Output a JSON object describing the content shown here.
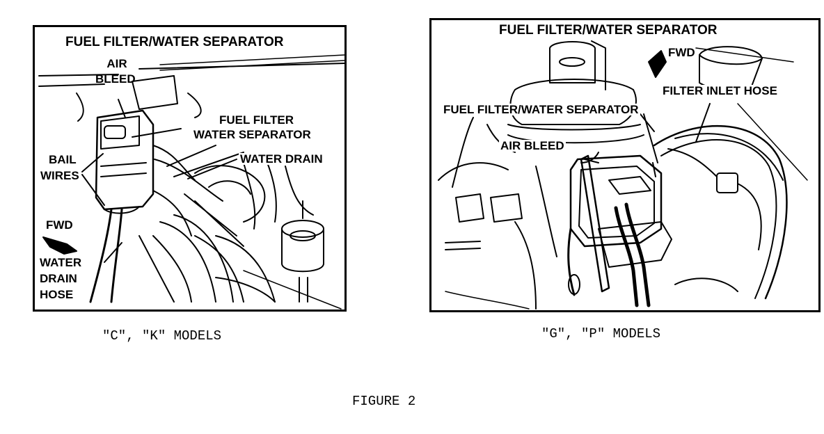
{
  "left_panel": {
    "title": "FUEL FILTER/WATER SEPARATOR",
    "labels": {
      "air_bleed_1": "AIR",
      "air_bleed_2": "BLEED",
      "fuel_filter": "FUEL FILTER",
      "water_separator": "WATER SEPARATOR",
      "water_drain": "WATER DRAIN",
      "bail_wires_1": "BAIL",
      "bail_wires_2": "WIRES",
      "fwd": "FWD",
      "water_drain_hose_1": "WATER",
      "water_drain_hose_2": "DRAIN",
      "water_drain_hose_3": "HOSE"
    },
    "caption": "\"C\", \"K\" MODELS"
  },
  "right_panel": {
    "title": "FUEL FILTER/WATER SEPARATOR",
    "labels": {
      "fwd": "FWD",
      "filter_inlet_hose": "FILTER INLET HOSE",
      "fuel_filter_water_separator": "FUEL FILTER/WATER SEPARATOR",
      "air_bleed": "AIR BLEED"
    },
    "caption": "\"G\", \"P\" MODELS"
  },
  "figure_label": "FIGURE 2"
}
